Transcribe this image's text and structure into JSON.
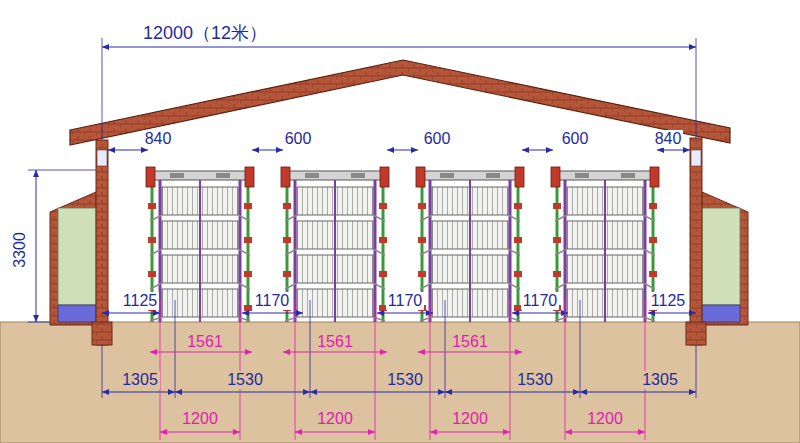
{
  "diagram": {
    "labels": [
      "12000（12米）",
      "840",
      "600",
      "600",
      "600",
      "840",
      "3300",
      "1125",
      "1170",
      "1170",
      "1170",
      "1125",
      "1561",
      "1561",
      "1561",
      "1305",
      "1530",
      "1530",
      "1530",
      "1305",
      "1200",
      "1200",
      "1200",
      "1200"
    ]
  }
}
